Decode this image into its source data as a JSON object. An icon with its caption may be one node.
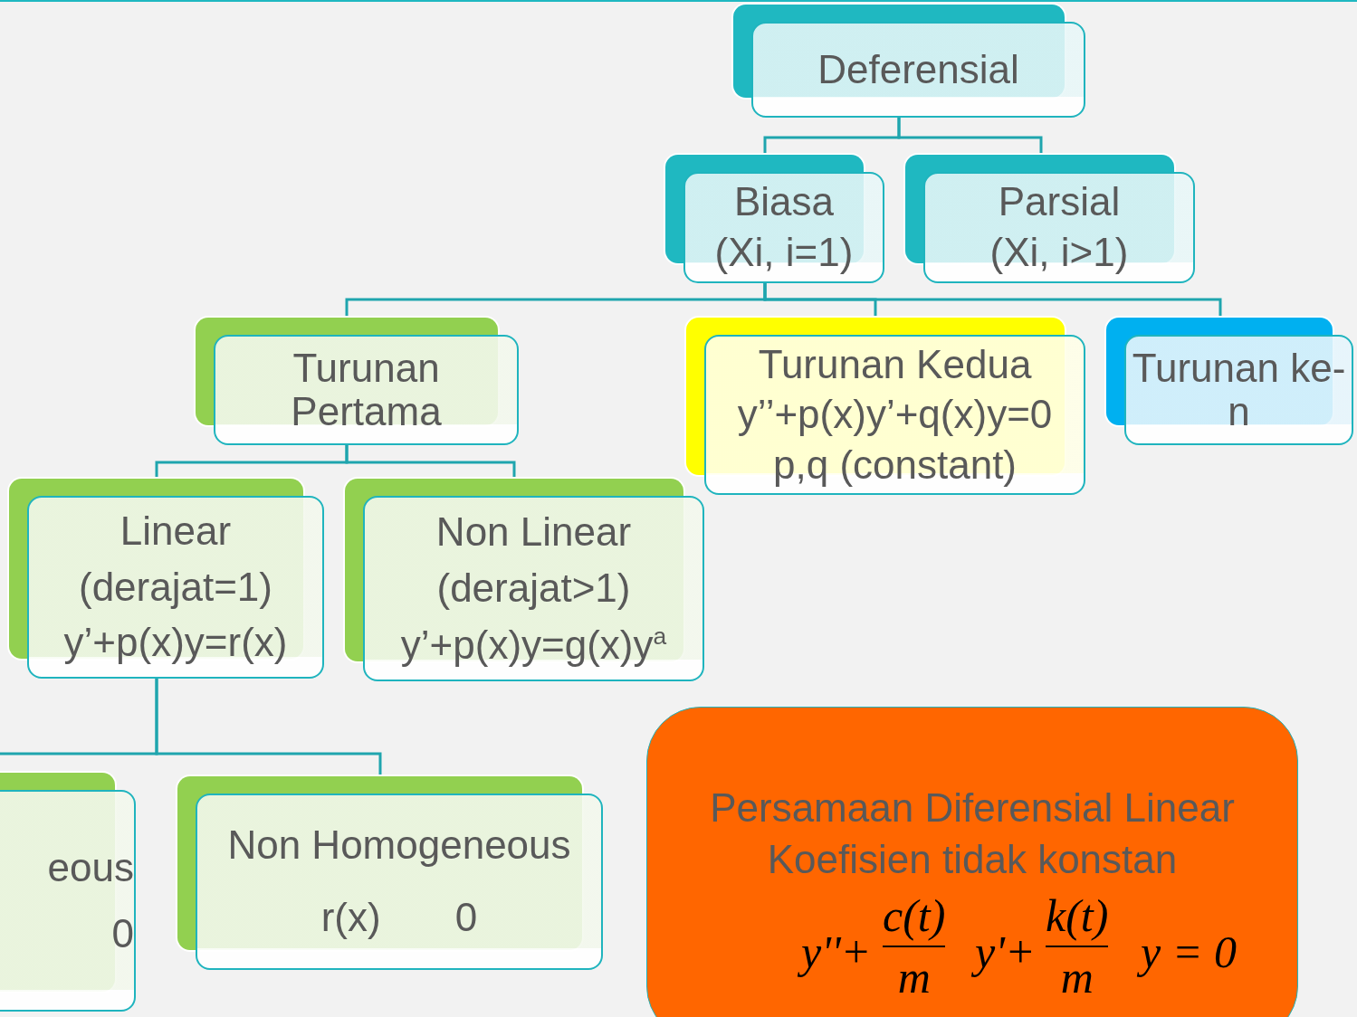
{
  "diagram": {
    "nodes": [
      {
        "text": [
          "Deferensial"
        ]
      },
      {
        "text": [
          "Biasa",
          "(Xi, i=1)"
        ]
      },
      {
        "text": [
          "Parsial",
          "(Xi, i>1)"
        ]
      },
      {
        "text": [
          "Turunan Pertama"
        ]
      },
      {
        "text": [
          "Turunan Kedua",
          "y’’+p(x)y’+q(x)y=0",
          "p,q (constant)"
        ]
      },
      {
        "text": [
          "Turunan ke-n"
        ]
      },
      {
        "text": [
          "Linear",
          "(derajat=1)",
          "y’+p(x)y=r(x)"
        ]
      },
      {
        "text": [
          "Non Linear",
          "(derajat>1)",
          "y’+p(x)y=g(x)y$^{a}$"
        ]
      },
      {
        "text": [
          "eous",
          "0"
        ]
      },
      {
        "text": [
          "Non Homogeneous",
          "r(x) 0"
        ]
      },
      {
        "text": [
          "Persamaan Diferensial Linear Koefisien tidak konstan",
          "y''+",
          "c(t)",
          "m",
          "y'+",
          "k(t)",
          "m",
          "y = 0"
        ]
      }
    ],
    "edges": [
      {
        "from": 0,
        "to": 1,
        "arrow": "none"
      },
      {
        "from": 0,
        "to": 2,
        "arrow": "none"
      },
      {
        "from": 1,
        "to": 3,
        "arrow": "none"
      },
      {
        "from": 1,
        "to": 4,
        "arrow": "none"
      },
      {
        "from": 1,
        "to": 5,
        "arrow": "none"
      },
      {
        "from": 3,
        "to": 6,
        "arrow": "none"
      },
      {
        "from": 3,
        "to": 7,
        "arrow": "none"
      },
      {
        "from": 6,
        "to": 8,
        "arrow": "none"
      },
      {
        "from": 6,
        "to": 9,
        "arrow": "none"
      }
    ]
  }
}
